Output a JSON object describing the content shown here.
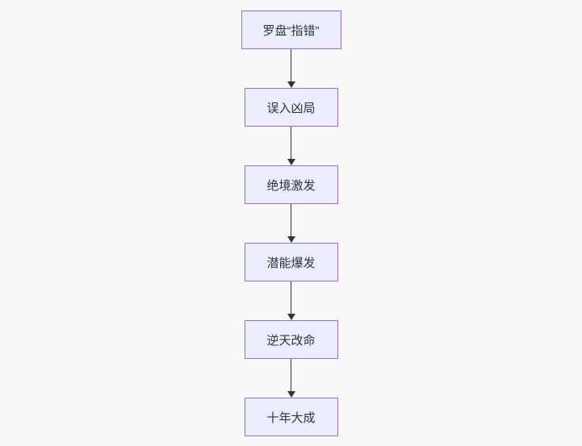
{
  "diagram": {
    "type": "flowchart",
    "direction": "top-down",
    "nodes": [
      {
        "label": "罗盘“指错”"
      },
      {
        "label": "误入凶局"
      },
      {
        "label": "绝境激发"
      },
      {
        "label": "潜能爆发"
      },
      {
        "label": "逆天改命"
      },
      {
        "label": "十年大成"
      }
    ],
    "edges": [
      {
        "from": "罗盘“指错”",
        "to": "误入凶局"
      },
      {
        "from": "误入凶局",
        "to": "绝境激发"
      },
      {
        "from": "绝境激发",
        "to": "潜能爆发"
      },
      {
        "from": "潜能爆发",
        "to": "逆天改命"
      },
      {
        "from": "逆天改命",
        "to": "十年大成"
      }
    ]
  },
  "colors": {
    "background": "#f8f8f8",
    "node_fill": "#ECECFF",
    "node_border": "#9370DB",
    "node_text": "#333333",
    "arrow": "#333333"
  }
}
